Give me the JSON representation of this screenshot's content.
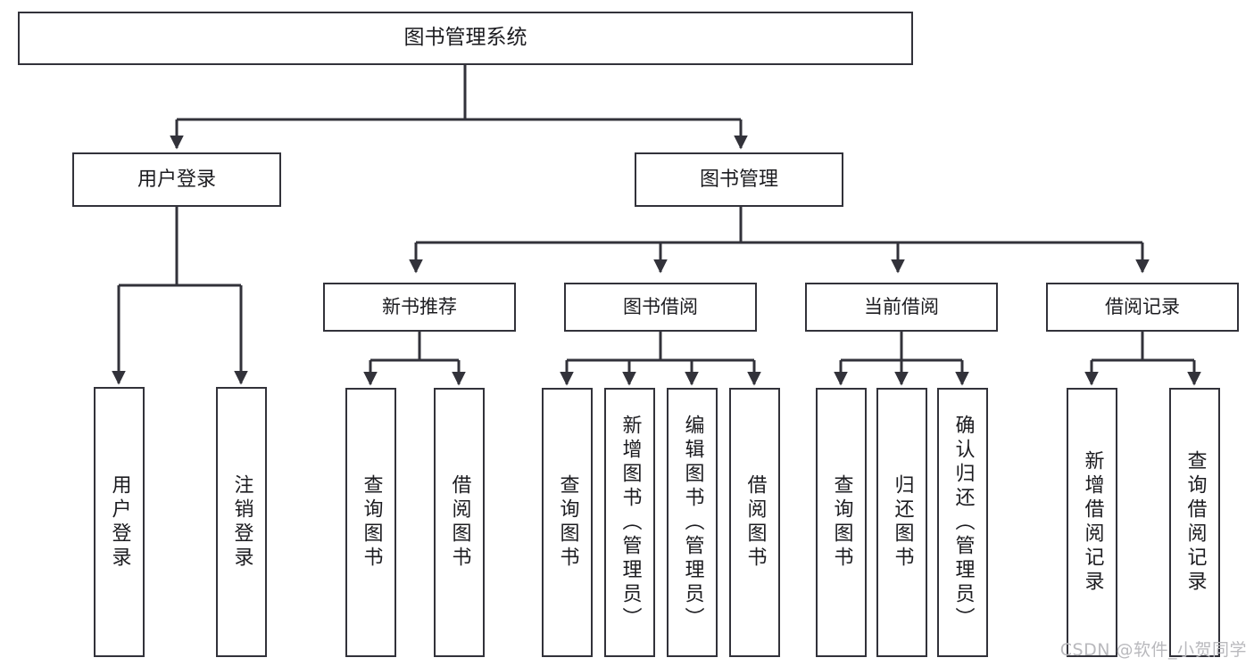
{
  "diagram": {
    "type": "tree-hierarchy",
    "title": "图书管理系统",
    "watermark": "CSDN @软件_小贺同学",
    "colors": {
      "box_stroke": "#32323a",
      "box_fill": "#ffffff",
      "edge": "#32323a",
      "text": "#1c1c20",
      "watermark": "#b9b9bd",
      "background": "#ffffff"
    },
    "nodes": {
      "root": {
        "label": "图书管理系统"
      },
      "level2": [
        {
          "id": "user-login",
          "label": "用户登录"
        },
        {
          "id": "book-manage",
          "label": "图书管理"
        }
      ],
      "level3": [
        {
          "id": "new-book-recommend",
          "label": "新书推荐"
        },
        {
          "id": "book-borrow",
          "label": "图书借阅"
        },
        {
          "id": "current-borrow",
          "label": "当前借阅"
        },
        {
          "id": "borrow-record",
          "label": "借阅记录"
        }
      ],
      "leaves": [
        {
          "id": "leaf-user-login",
          "label": "用户登录",
          "group": "user-login"
        },
        {
          "id": "leaf-user-logout",
          "label": "注销登录",
          "group": "user-login"
        },
        {
          "id": "leaf-query-book-1",
          "label": "查询图书",
          "group": "new-book-recommend"
        },
        {
          "id": "leaf-borrow-book-1",
          "label": "借阅图书",
          "group": "new-book-recommend"
        },
        {
          "id": "leaf-query-book-2",
          "label": "查询图书",
          "group": "book-borrow"
        },
        {
          "id": "leaf-add-book",
          "label": "新增图书（管理员）",
          "group": "book-borrow"
        },
        {
          "id": "leaf-edit-book",
          "label": "编辑图书（管理员）",
          "group": "book-borrow"
        },
        {
          "id": "leaf-borrow-book-2",
          "label": "借阅图书",
          "group": "book-borrow"
        },
        {
          "id": "leaf-query-book-3",
          "label": "查询图书",
          "group": "current-borrow"
        },
        {
          "id": "leaf-return-book",
          "label": "归还图书",
          "group": "current-borrow"
        },
        {
          "id": "leaf-confirm-return",
          "label": "确认归还（管理员）",
          "group": "current-borrow"
        },
        {
          "id": "leaf-add-record",
          "label": "新增借阅记录",
          "group": "borrow-record"
        },
        {
          "id": "leaf-query-record",
          "label": "查询借阅记录",
          "group": "borrow-record"
        }
      ]
    }
  }
}
